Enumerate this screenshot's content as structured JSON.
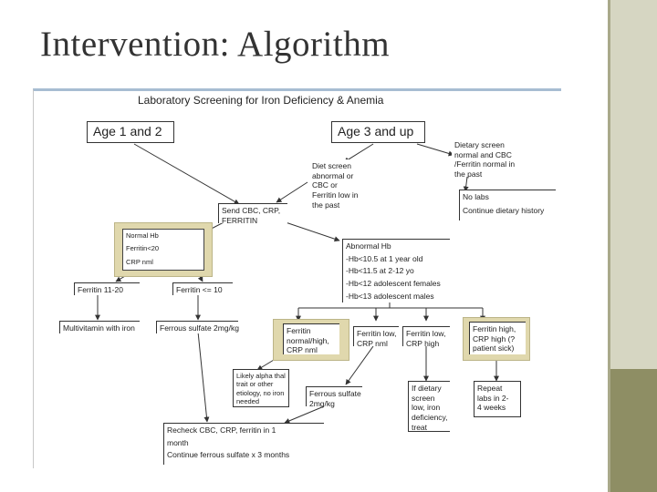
{
  "slide": {
    "title": "Intervention: Algorithm"
  },
  "figure": {
    "title": "Laboratory Screening for Iron Deficiency & Anemia",
    "nodes": {
      "age12": {
        "lines": [
          "Age 1 and 2"
        ]
      },
      "age3": {
        "lines": [
          "Age 3 and up"
        ]
      },
      "diet_normal": {
        "lines": [
          "Dietary screen",
          "normal and CBC",
          "/Ferritin normal in",
          "the past"
        ]
      },
      "diet_abnormal": {
        "lines": [
          "Diet screen",
          "abnormal or",
          "CBC or",
          "Ferritin low in",
          "the past"
        ]
      },
      "no_labs": {
        "lines": [
          "No labs",
          "Continue dietary history"
        ]
      },
      "send": {
        "lines": [
          "Send CBC, CRP,",
          "FERRITIN"
        ]
      },
      "normal_hb": {
        "lines": [
          "Normal Hb",
          "Ferritin<20",
          "CRP nml"
        ]
      },
      "abnormal_hb": {
        "lines": [
          "Abnormal Hb",
          "-Hb<10.5 at 1 year old",
          "-Hb<11.5 at 2-12 yo",
          "-Hb<12 adolescent females",
          "-Hb<13 adolescent males"
        ]
      },
      "ferritin_11_20": {
        "lines": [
          "Ferritin 11-20"
        ]
      },
      "ferritin_le10": {
        "lines": [
          "Ferritin <= 10"
        ]
      },
      "multivit": {
        "lines": [
          "Multivitamin with iron"
        ]
      },
      "ferrous_2": {
        "lines": [
          "Ferrous sulfate 2mg/kg"
        ]
      },
      "ferritin_normal_high": {
        "lines": [
          "Ferritin",
          "normal/high,",
          "CRP nml"
        ]
      },
      "ferritin_low_crp_nml": {
        "lines": [
          "Ferritin low,",
          "CRP nml"
        ]
      },
      "ferritin_low_crp_high": {
        "lines": [
          "Ferritin low,",
          "CRP high"
        ]
      },
      "ferritin_high_crp_high": {
        "lines": [
          "Ferritin high,",
          "CRP high (?",
          "patient sick)"
        ]
      },
      "alpha": {
        "lines": [
          "Likely alpha thal",
          "trait or other",
          "etiology, no iron",
          "needed"
        ]
      },
      "ferrous_box": {
        "lines": [
          "Ferrous sulfate",
          "2mg/kg"
        ]
      },
      "dietary_screen_low": {
        "lines": [
          "If dietary",
          "screen",
          "low, iron",
          "deficiency,",
          "treat"
        ]
      },
      "repeat": {
        "lines": [
          "Repeat",
          "labs in 2-",
          "4 weeks"
        ]
      },
      "recheck": {
        "lines": [
          "Recheck CBC, CRP, ferritin in 1",
          "month",
          "Continue ferrous sulfate x 3 months"
        ]
      }
    }
  }
}
